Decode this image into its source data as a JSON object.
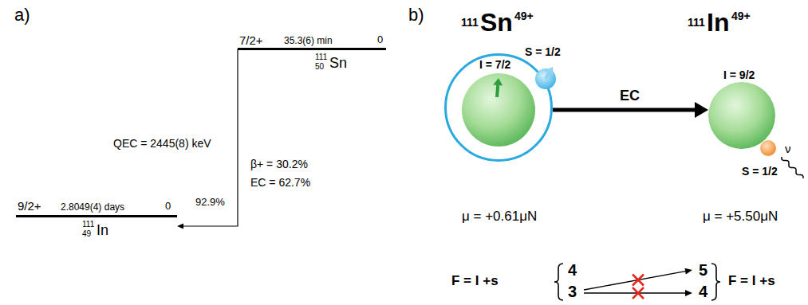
{
  "diagram": {
    "nodes": [
      {
        "text": [
          "7/2+",
          "35.3(6) min",
          "0",
          "111",
          "50",
          "Sn"
        ]
      },
      {
        "text": [
          "9/2+",
          "2.8049(4) days",
          "0",
          "111",
          "49",
          "In"
        ]
      },
      {
        "text": [
          "111",
          "Sn",
          "49+"
        ]
      },
      {
        "text": [
          "I = 7/2"
        ],
        "in": 2
      },
      {
        "text": [
          "S = 1/2"
        ],
        "in": 2
      },
      {
        "text": [
          "111",
          "In",
          "49+",
          "I = 9/2"
        ]
      },
      {
        "text": [
          "S = 1/2"
        ]
      }
    ],
    "edges": [
      {
        "from": 0,
        "to": 1,
        "arrow": "to",
        "label": "92.9%"
      },
      {
        "from": 2,
        "to": 5,
        "arrow": "to",
        "label": "EC"
      }
    ],
    "labels": [
      "a)",
      "QEC = 2445(8) keV",
      "β+ = 30.2%",
      "EC = 62.7%",
      "b)",
      "ν",
      "μ = +0.61μN",
      "μ = +5.50μN",
      "F = I +s",
      "4",
      "3",
      "5",
      "4",
      "F = I +s"
    ]
  }
}
